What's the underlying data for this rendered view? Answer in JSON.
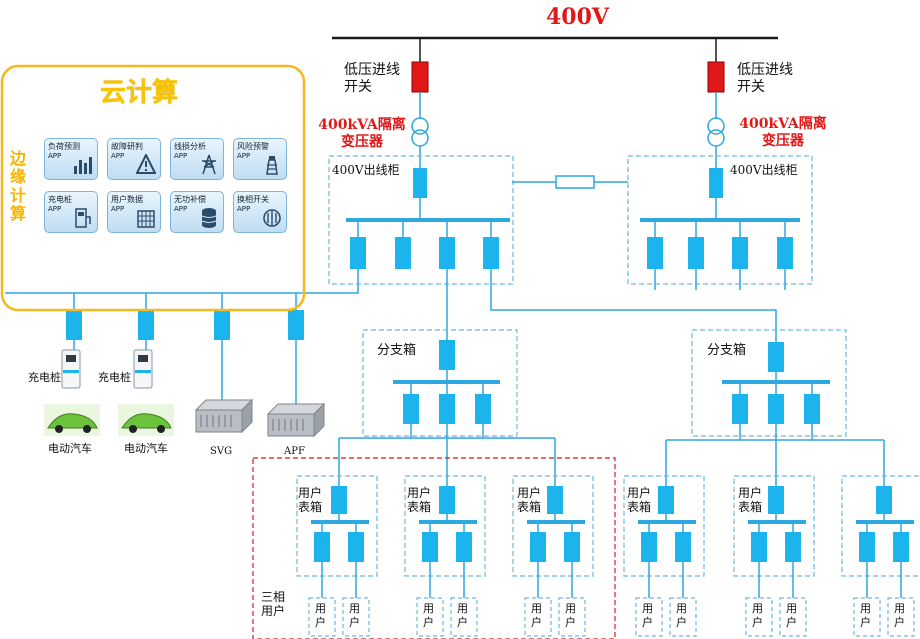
{
  "voltage": "400V",
  "incomers": [
    {
      "switch": "低压进线开关",
      "transformer": "400kVA隔离变压器",
      "cabinet": "400V出线柜"
    },
    {
      "switch": "低压进线开关",
      "transformer": "400kVA隔离变压器",
      "cabinet": "400V出线柜"
    }
  ],
  "cloud": "云计算",
  "edge": "边缘计算",
  "apps": [
    {
      "name": "负荷预测",
      "suffix": "APP",
      "icon": "bar-chart-icon"
    },
    {
      "name": "故障研判",
      "suffix": "APP",
      "icon": "warning-icon"
    },
    {
      "name": "线损分析",
      "suffix": "APP",
      "icon": "tower-icon"
    },
    {
      "name": "风险预警",
      "suffix": "APP",
      "icon": "lighthouse-icon"
    },
    {
      "name": "充电桩",
      "suffix": "APP",
      "icon": "charger-icon"
    },
    {
      "name": "用户数据",
      "suffix": "APP",
      "icon": "building-icon"
    },
    {
      "name": "无功补偿",
      "suffix": "APP",
      "icon": "database-icon"
    },
    {
      "name": "换相开关",
      "suffix": "APP",
      "icon": "switch-icon"
    }
  ],
  "devices": [
    {
      "label": "充电桩",
      "caption": "电动汽车"
    },
    {
      "label": "充电桩",
      "caption": "电动汽车"
    },
    {
      "label": "",
      "caption": "SVG"
    },
    {
      "label": "",
      "caption": "APF"
    }
  ],
  "branch": "分支箱",
  "meter_box": "用户表箱",
  "three_phase": "三相用户",
  "user": "用户",
  "colors": {
    "line": "#2ea8e0",
    "breaker": "#1cb4ec",
    "red": "#e01818",
    "cloud_border": "#f5b820",
    "dash": "#6cb8e0"
  }
}
